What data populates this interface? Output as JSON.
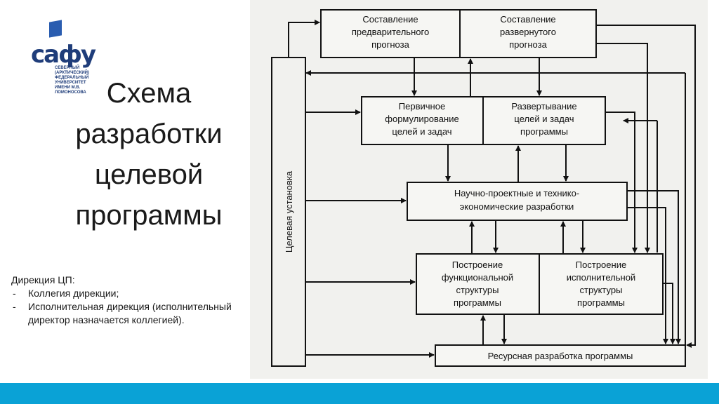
{
  "logo": {
    "word": "сафу",
    "subtitle": "Северный (Арктический) федеральный университет имени М.В. Ломоносова"
  },
  "title": "Схема разработки целевой программы",
  "notes": {
    "heading": "Дирекция ЦП:",
    "items": [
      "Коллегия дирекции;",
      "Исполнительная дирекция (исполнительный директор назначается коллегией)."
    ]
  },
  "diagram": {
    "side_label": "Целевая установка",
    "boxes": {
      "prelim_forecast": [
        "Составление",
        "предварительного",
        "прогноза"
      ],
      "detailed_forecast": [
        "Составление",
        "развернутого",
        "прогноза"
      ],
      "primary_goals": [
        "Первичное",
        "формулирование",
        "целей и задач"
      ],
      "expand_goals": [
        "Развертывание",
        "целей и задач",
        "программы"
      ],
      "research": [
        "Научно-проектные и технико-",
        "экономические разработки"
      ],
      "functional": [
        "Построение",
        "функциональной",
        "структуры",
        "программы"
      ],
      "executive": [
        "Построение",
        "исполнительной",
        "структуры",
        "программы"
      ],
      "resource": [
        "Ресурсная разработка программы"
      ]
    }
  },
  "colors": {
    "accent_bar": "#0aa2d6",
    "scan_bg": "#f1f1ee",
    "logo_blue": "#1f3d7a"
  }
}
